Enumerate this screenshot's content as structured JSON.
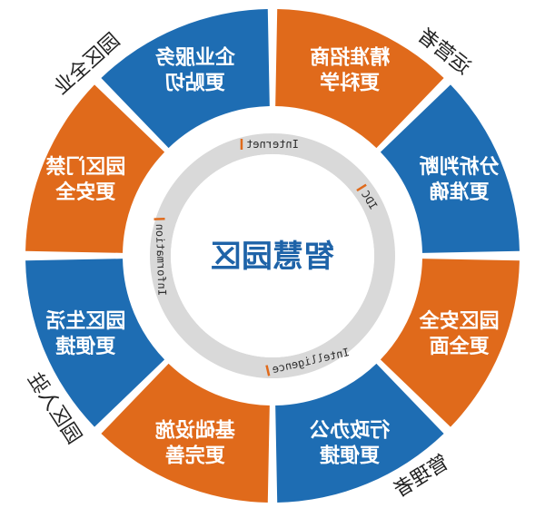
{
  "center": {
    "title": "智慧园区"
  },
  "colors": {
    "orange": "#E06A1B",
    "blue": "#1E6DB3",
    "ring": "#D9D9D9",
    "center_text": "#1E63A8",
    "tick": "#E06A1B"
  },
  "segments": [
    {
      "lines": [
        "精准招商",
        "更科学"
      ],
      "color": "orange"
    },
    {
      "lines": [
        "分析判断",
        "更准确"
      ],
      "color": "blue"
    },
    {
      "lines": [
        "园区安全",
        "更全面"
      ],
      "color": "orange"
    },
    {
      "lines": [
        "行政办公",
        "更便捷"
      ],
      "color": "blue"
    },
    {
      "lines": [
        "基础设施",
        "更完善"
      ],
      "color": "orange"
    },
    {
      "lines": [
        "园区生活",
        "更便捷"
      ],
      "color": "blue"
    },
    {
      "lines": [
        "园区门禁",
        "更安全"
      ],
      "color": "orange"
    },
    {
      "lines": [
        "企业服务",
        "更贴切"
      ],
      "color": "blue"
    }
  ],
  "outer_labels": [
    "运营者",
    "园区入驻",
    "管理者",
    "园区全业"
  ],
  "ring_labels": [
    "Internet",
    "IDC",
    "Intelligence",
    "Information"
  ]
}
